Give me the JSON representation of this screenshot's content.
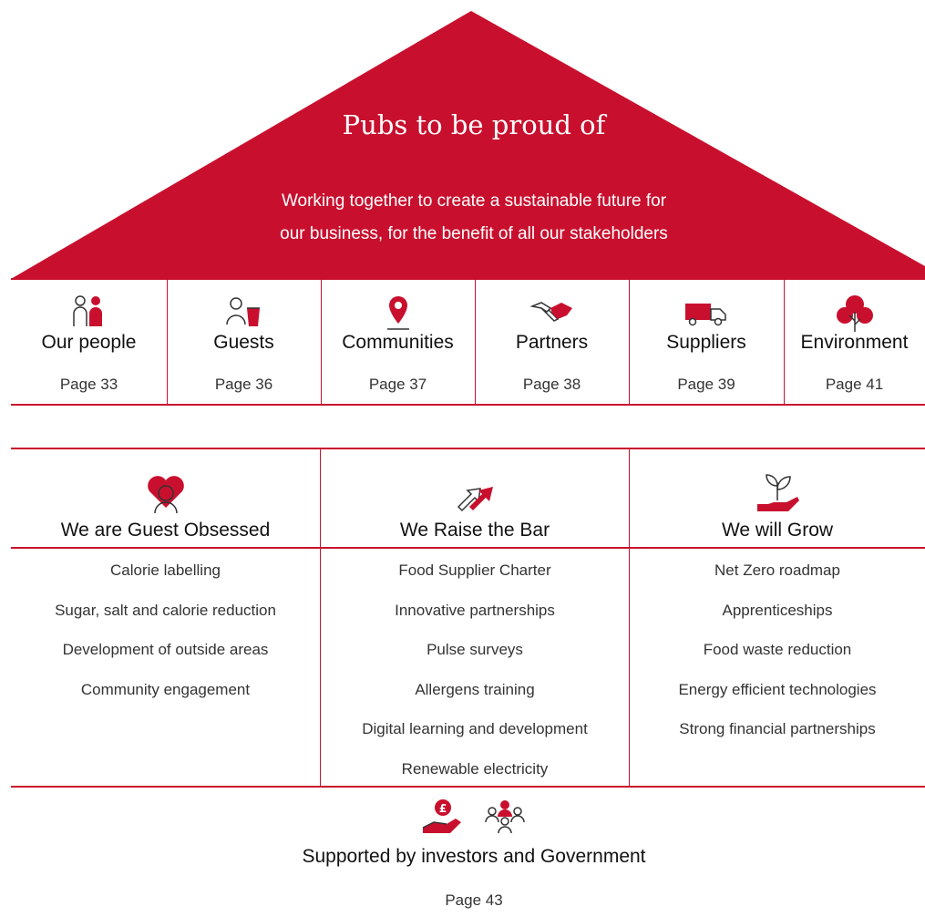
{
  "roof": {
    "title": "Pubs to be proud of",
    "subtitle_line1": "Working together to create a sustainable future for",
    "subtitle_line2": "our business, for the benefit of all our stakeholders"
  },
  "colors": {
    "brand_red": "#c8102e",
    "text": "#1a1a1a"
  },
  "stakeholders": [
    {
      "name": "Our people",
      "page": "Page 33",
      "icon": "people-icon"
    },
    {
      "name": "Guests",
      "page": "Page 36",
      "icon": "guest-drink-icon"
    },
    {
      "name": "Communities",
      "page": "Page 37",
      "icon": "map-pin-icon"
    },
    {
      "name": "Partners",
      "page": "Page 38",
      "icon": "handshake-icon"
    },
    {
      "name": "Suppliers",
      "page": "Page 39",
      "icon": "delivery-truck-icon"
    },
    {
      "name": "Environment",
      "page": "Page 41",
      "icon": "tree-icon"
    }
  ],
  "pillars": [
    {
      "title": "We are Guest Obsessed",
      "icon": "heart-person-icon",
      "items": [
        "Calorie labelling",
        "Sugar, salt and calorie reduction",
        "Development of outside areas",
        "Community engagement"
      ]
    },
    {
      "title": "We Raise the Bar",
      "icon": "raise-arrow-icon",
      "items": [
        "Food Supplier Charter",
        "Innovative partnerships",
        "Pulse surveys",
        "Allergens training",
        "Digital learning and development",
        "Renewable electricity"
      ]
    },
    {
      "title": "We will Grow",
      "icon": "hand-plant-icon",
      "items": [
        "Net Zero roadmap",
        "Apprenticeships",
        "Food waste reduction",
        "Energy efficient technologies",
        "Strong financial partnerships"
      ]
    }
  ],
  "support": {
    "title": "Supported by investors and Government",
    "page": "Page 43",
    "icons": [
      "hand-pound-icon",
      "group-icon"
    ]
  }
}
